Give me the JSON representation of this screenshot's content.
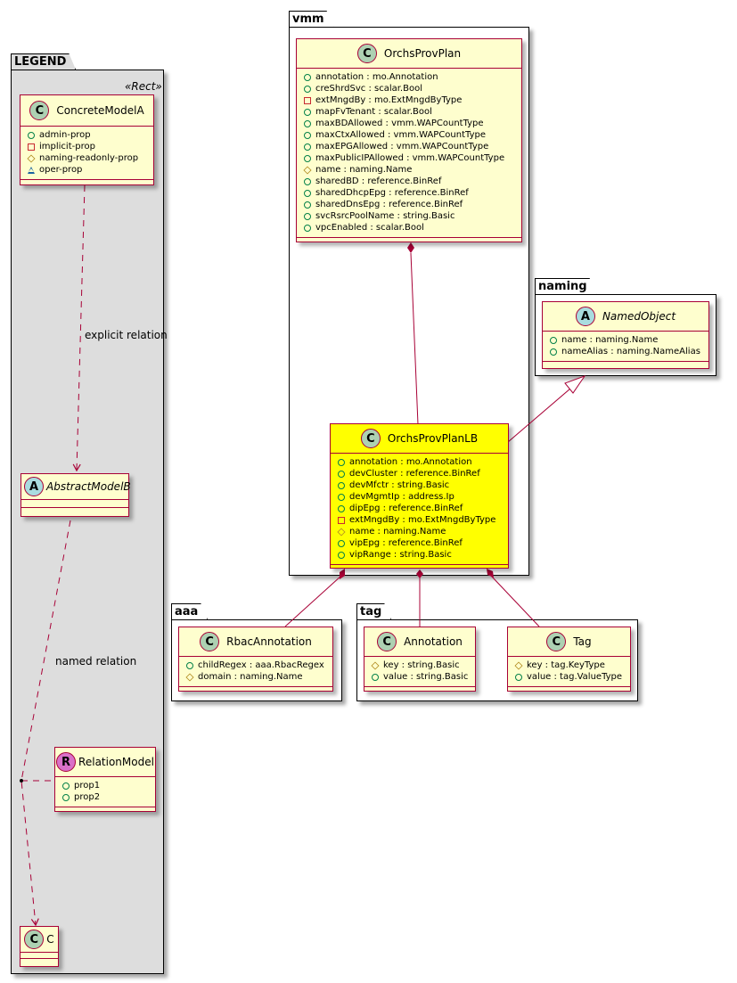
{
  "packages": {
    "legend": {
      "name": "LEGEND",
      "stereotype": "«Rect»"
    },
    "vmm": {
      "name": "vmm"
    },
    "naming": {
      "name": "naming"
    },
    "aaa": {
      "name": "aaa"
    },
    "tag": {
      "name": "tag"
    }
  },
  "legend": {
    "concrete": {
      "spot": "C",
      "name": "ConcreteModelA",
      "attributes": [
        {
          "visibility": "public",
          "text": "admin-prop"
        },
        {
          "visibility": "private",
          "text": "implicit-prop"
        },
        {
          "visibility": "protected",
          "text": "naming-readonly-prop"
        },
        {
          "visibility": "package",
          "text": "oper-prop"
        }
      ]
    },
    "abstract": {
      "spot": "A",
      "name": "AbstractModelB"
    },
    "relation": {
      "spot": "R",
      "name": "RelationModel",
      "attributes": [
        {
          "visibility": "public",
          "text": "prop1"
        },
        {
          "visibility": "public",
          "text": "prop2"
        }
      ]
    },
    "c": {
      "spot": "C",
      "name": "C"
    },
    "explicit_label": "explicit relation",
    "named_label": "named relation"
  },
  "classes": {
    "orchsProvPlan": {
      "spot": "C",
      "name": "OrchsProvPlan",
      "attributes": [
        {
          "visibility": "public",
          "text": "annotation : mo.Annotation"
        },
        {
          "visibility": "public",
          "text": "creShrdSvc : scalar.Bool"
        },
        {
          "visibility": "private",
          "text": "extMngdBy : mo.ExtMngdByType"
        },
        {
          "visibility": "public",
          "text": "mapFvTenant : scalar.Bool"
        },
        {
          "visibility": "public",
          "text": "maxBDAllowed : vmm.WAPCountType"
        },
        {
          "visibility": "public",
          "text": "maxCtxAllowed : vmm.WAPCountType"
        },
        {
          "visibility": "public",
          "text": "maxEPGAllowed : vmm.WAPCountType"
        },
        {
          "visibility": "public",
          "text": "maxPublicIPAllowed : vmm.WAPCountType"
        },
        {
          "visibility": "protected",
          "text": "name : naming.Name"
        },
        {
          "visibility": "public",
          "text": "sharedBD : reference.BinRef"
        },
        {
          "visibility": "public",
          "text": "sharedDhcpEpg : reference.BinRef"
        },
        {
          "visibility": "public",
          "text": "sharedDnsEpg : reference.BinRef"
        },
        {
          "visibility": "public",
          "text": "svcRsrcPoolName : string.Basic"
        },
        {
          "visibility": "public",
          "text": "vpcEnabled : scalar.Bool"
        }
      ]
    },
    "orchsProvPlanLB": {
      "spot": "C",
      "name": "OrchsProvPlanLB",
      "attributes": [
        {
          "visibility": "public",
          "text": "annotation : mo.Annotation"
        },
        {
          "visibility": "public",
          "text": "devCluster : reference.BinRef"
        },
        {
          "visibility": "public",
          "text": "devMfctr : string.Basic"
        },
        {
          "visibility": "public",
          "text": "devMgmtIp : address.Ip"
        },
        {
          "visibility": "public",
          "text": "dipEpg : reference.BinRef"
        },
        {
          "visibility": "private",
          "text": "extMngdBy : mo.ExtMngdByType"
        },
        {
          "visibility": "protected",
          "text": "name : naming.Name"
        },
        {
          "visibility": "public",
          "text": "vipEpg : reference.BinRef"
        },
        {
          "visibility": "public",
          "text": "vipRange : string.Basic"
        }
      ]
    },
    "namedObject": {
      "spot": "A",
      "name": "NamedObject",
      "attributes": [
        {
          "visibility": "public",
          "text": "name : naming.Name"
        },
        {
          "visibility": "public",
          "text": "nameAlias : naming.NameAlias"
        }
      ]
    },
    "rbacAnnotation": {
      "spot": "C",
      "name": "RbacAnnotation",
      "attributes": [
        {
          "visibility": "public",
          "text": "childRegex : aaa.RbacRegex"
        },
        {
          "visibility": "protected",
          "text": "domain : naming.Name"
        }
      ]
    },
    "annotation": {
      "spot": "C",
      "name": "Annotation",
      "attributes": [
        {
          "visibility": "protected",
          "text": "key : string.Basic"
        },
        {
          "visibility": "public",
          "text": "value : string.Basic"
        }
      ]
    },
    "tag": {
      "spot": "C",
      "name": "Tag",
      "attributes": [
        {
          "visibility": "protected",
          "text": "key : tag.KeyType"
        },
        {
          "visibility": "public",
          "text": "value : tag.ValueType"
        }
      ]
    }
  },
  "colors": {
    "class_fill": "#fefece",
    "class_border": "#a80036",
    "highlight_fill": "#ffff00",
    "legend_fill": "#dddddd",
    "spot_class": "#add1b2",
    "spot_abstract": "#a9dcdf",
    "spot_relation": "#d970c8"
  }
}
